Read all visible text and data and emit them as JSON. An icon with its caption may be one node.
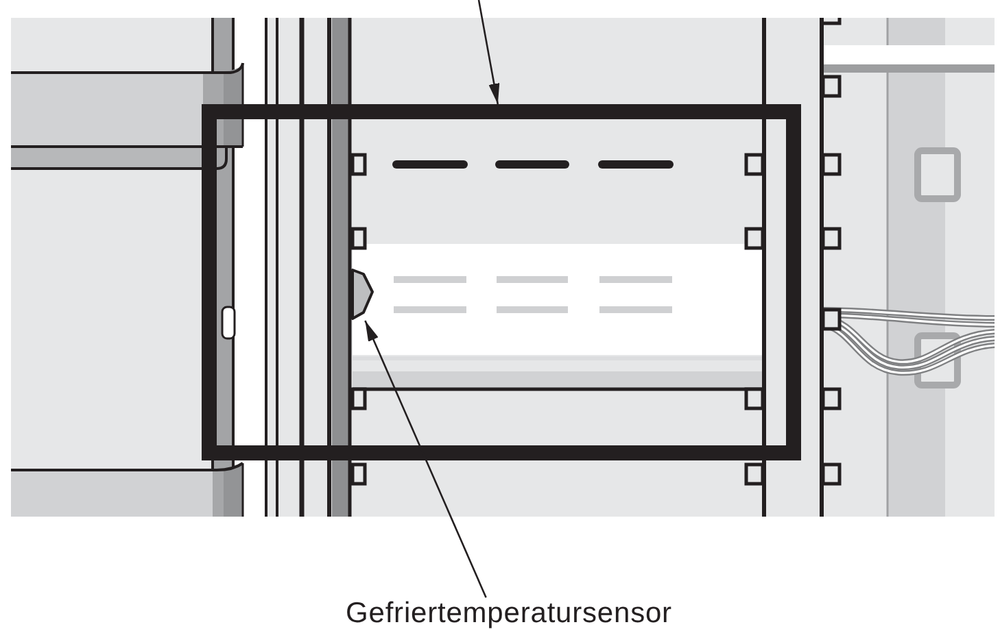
{
  "diagram": {
    "nodes": [
      {
        "text": [],
        "shape": "box"
      },
      {
        "text": [],
        "shape": "picture",
        "in": 0
      },
      {
        "text": [
          "Gefriertemperatursensor"
        ]
      }
    ],
    "edges": [
      {
        "from": null,
        "to": 0,
        "arrow": "to"
      },
      {
        "from": 2,
        "to": 1,
        "arrow": "to"
      }
    ]
  }
}
